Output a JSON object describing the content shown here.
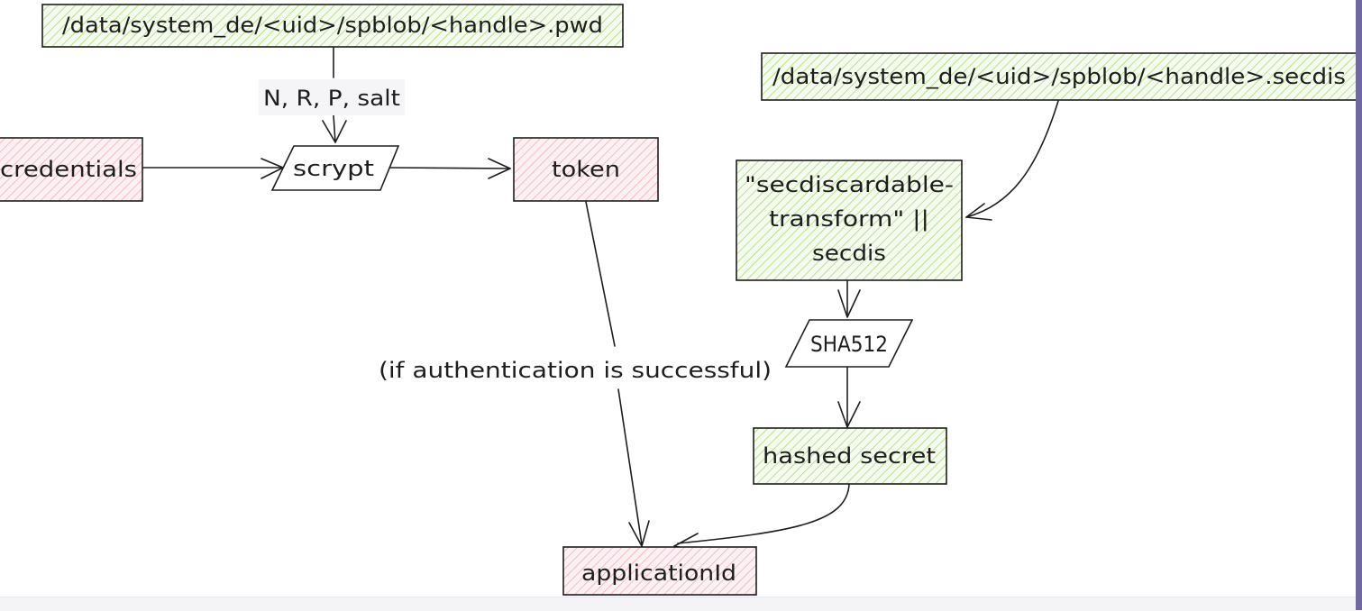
{
  "diagram": {
    "nodes": {
      "pwd_file": {
        "label": "/data/system_de/<uid>/spblob/<handle>.pwd",
        "fill": "green"
      },
      "secdis_file": {
        "label": "/data/system_de/<uid>/spblob/<handle>.secdis",
        "fill": "green"
      },
      "credentials": {
        "label": "credentials",
        "fill": "pink"
      },
      "scrypt": {
        "label": "scrypt",
        "shape": "parallelogram"
      },
      "token": {
        "label": "token",
        "fill": "pink"
      },
      "secdis_concat": {
        "lines": [
          "\"secdiscardable-",
          "transform\" ||",
          "secdis"
        ],
        "fill": "green"
      },
      "sha512": {
        "label": "SHA512",
        "shape": "parallelogram"
      },
      "hashed_secret": {
        "label": "hashed secret",
        "fill": "green"
      },
      "application_id": {
        "label": "applicationId",
        "fill": "pink"
      }
    },
    "edges": {
      "pwd_to_scrypt": {
        "label": "N, R, P, salt"
      },
      "token_to_appid": {
        "label": "(if authentication is successful)"
      }
    },
    "colors": {
      "green_hatch": "#a6d46b",
      "pink_hatch": "#f2a5b5",
      "stroke": "#1e1e1e",
      "accent_bar": "#6f68a3"
    }
  }
}
